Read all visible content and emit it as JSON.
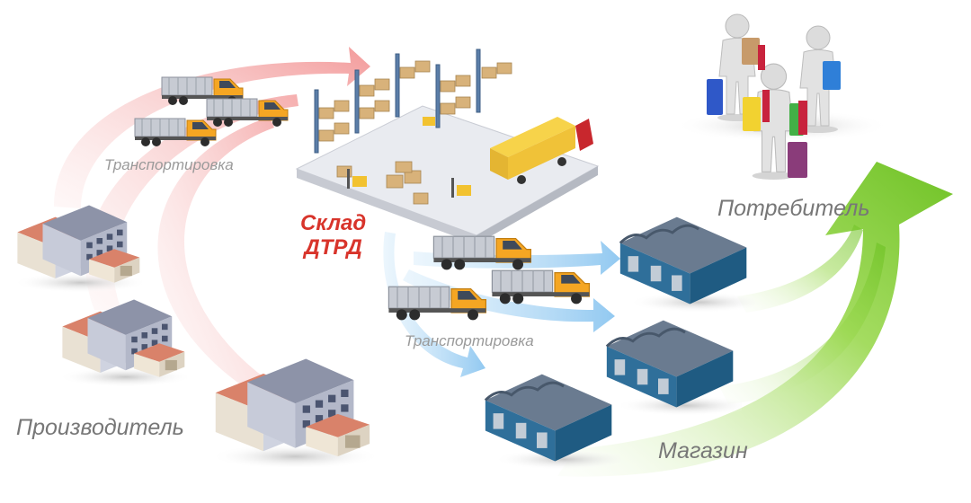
{
  "labels": {
    "producer": "Производитель",
    "transport_top": "Транспортировка",
    "warehouse_line1": "Склад",
    "warehouse_line2": "ДТРД",
    "transport_bottom": "Транспортировка",
    "store": "Магазин",
    "consumer": "Потребитель"
  },
  "colors": {
    "inbound_arrow": "#f3a6a6",
    "outbound_arrow": "#9fd0f2",
    "consumer_arrow": "#7cc82f",
    "truck_cab": "#f5a623",
    "warehouse_label": "#d8342b",
    "store_roof": "#5d6f84",
    "store_wall": "#2f6f9a",
    "factory_wall": "#cfd3e0",
    "factory_roof": "#d9826a"
  },
  "icons": {
    "factory": "factory-icon",
    "truck": "truck-icon",
    "warehouse": "warehouse-icon",
    "store": "store-icon",
    "consumer": "shopper-icon"
  }
}
